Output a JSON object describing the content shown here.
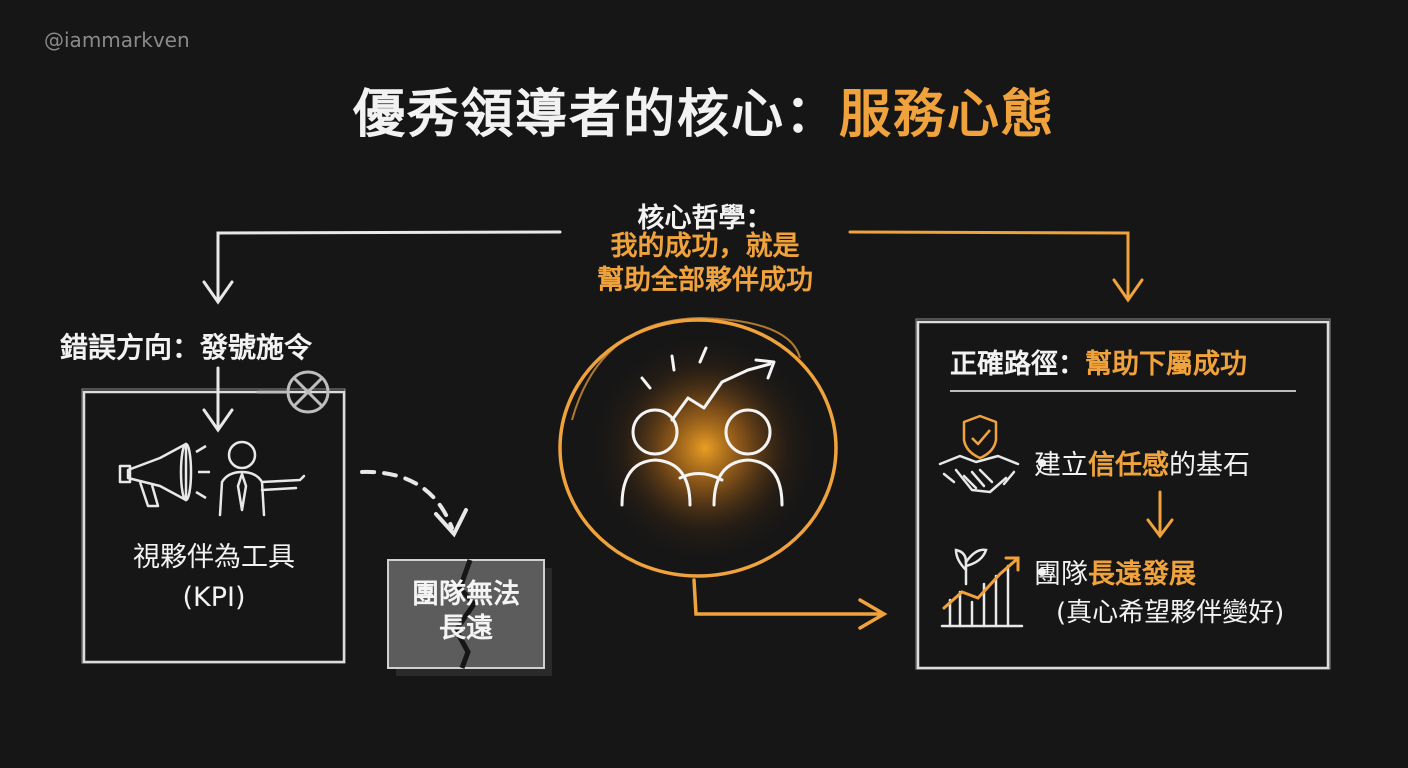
{
  "handle": "@iammarkven",
  "title": {
    "main": "優秀領導者的核心：",
    "accent": "服務心態"
  },
  "core": {
    "heading": "核心哲學：",
    "line1": "我的成功，就是",
    "line2": "幫助全部夥伴成功"
  },
  "wrong": {
    "heading": "錯誤方向：發號施令",
    "line1": "視夥伴為工具",
    "line2": "(KPI)",
    "broken_line1": "團隊無法",
    "broken_line2": "長遠"
  },
  "right": {
    "heading_main": "正確路徑：",
    "heading_accent": "幫助下屬成功",
    "bullet1_pre": "建立",
    "bullet1_accent": "信任感",
    "bullet1_post": "的基石",
    "bullet2_pre": "團隊",
    "bullet2_accent": "長遠發展",
    "bullet2_note": "(真心希望夥伴變好)"
  },
  "colors": {
    "accent": "#f0a23c",
    "background": "#161616",
    "ink": "#f2f2f2"
  },
  "icons": [
    "megaphone-icon",
    "pointing-person-icon",
    "cross-circle-icon",
    "people-growth-icon",
    "shield-check-icon",
    "handshake-icon",
    "growth-chart-icon"
  ]
}
